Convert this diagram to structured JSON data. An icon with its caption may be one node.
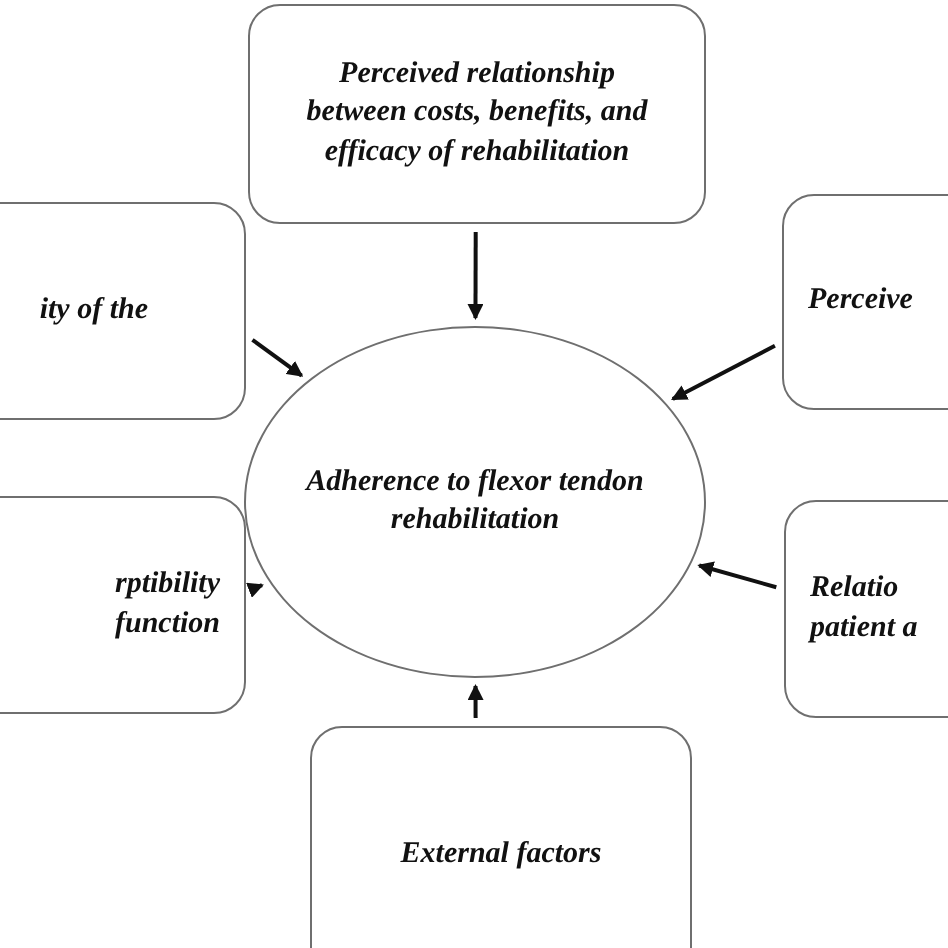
{
  "diagram": {
    "nodes": [
      {
        "text": [
          "Adherence to flexor tendon rehabilitation"
        ]
      },
      {
        "text": [
          "Perceived relationship between costs, benefits, and efficacy of rehabilitation"
        ]
      },
      {
        "text": [
          "ity of the"
        ]
      },
      {
        "text": [
          "Perceive"
        ]
      },
      {
        "text": [
          "rptibility function"
        ]
      },
      {
        "text": [
          "Relatio patient a"
        ]
      },
      {
        "text": [
          "External factors"
        ]
      }
    ],
    "edges": [
      {
        "from": 1,
        "to": 0,
        "arrow": "to"
      },
      {
        "from": 2,
        "to": 0,
        "arrow": "to"
      },
      {
        "from": 3,
        "to": 0,
        "arrow": "to"
      },
      {
        "from": 4,
        "to": 0,
        "arrow": "to"
      },
      {
        "from": 5,
        "to": 0,
        "arrow": "to"
      },
      {
        "from": 6,
        "to": 0,
        "arrow": "to"
      }
    ]
  }
}
